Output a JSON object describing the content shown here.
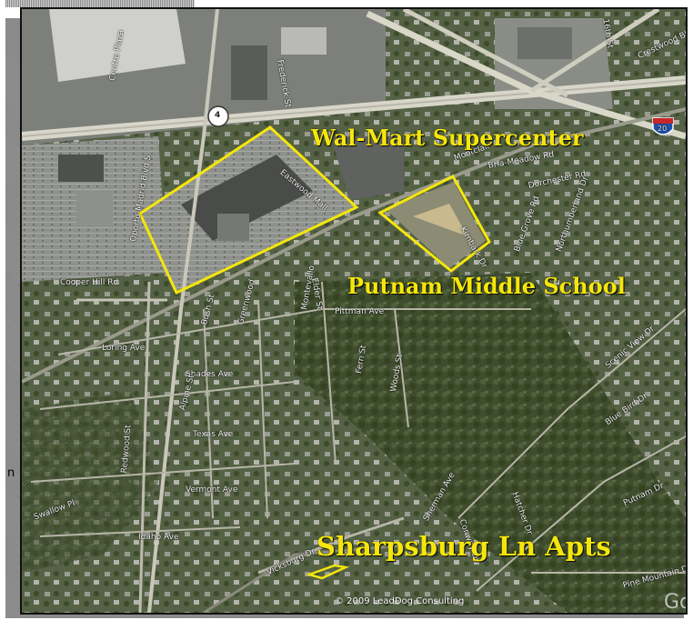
{
  "annotations": {
    "walmart": "Wal-Mart Supercenter",
    "putnam": "Putnam Middle School",
    "sharpsburg": "Sharpsburg Ln Apts"
  },
  "copyright": "© 2009 LeadDog Consulting",
  "watermark": "Go",
  "side_char": "n",
  "highway_shields": {
    "state_route": "4",
    "interstate": "20"
  },
  "streets": {
    "centre_plaza": "Centre Plaza",
    "frederick": "Frederick St",
    "eastwood_mall": "Eastwood Mall",
    "montclair": "Montclair",
    "bria_meadow": "Bria-Meadow Rd",
    "dorchester": "Dorchester Rd",
    "blue_grove": "Blue Grove Rd",
    "northumberland": "Northumberland Dr",
    "oporto_madrid": "Oporto-Madrid Blvd S",
    "cooper_hill": "Cooper Hill Rd",
    "bush": "Bush St",
    "greenwood": "Greenwood",
    "montevallo": "Montevallo",
    "elder": "Elder St",
    "kimbark": "Kimbark Dr",
    "pittman": "Pittman Ave",
    "loring": "Loring Ave",
    "shades": "Shades Ave",
    "alpine": "Alpine St",
    "fern": "Fern St",
    "woods": "Woods St",
    "texas": "Texas Ave",
    "redwood": "Redwood St",
    "vermont": "Vermont Ave",
    "swallow": "Swallow Pl",
    "idaho": "Idaho Ave",
    "vicksburg": "Vicksburg Dr",
    "sherman": "Sherman Ave",
    "conway": "Conway Dr",
    "blue_bird": "Blue Bird Dr",
    "hatcher": "Hatcher Dr",
    "putnam_ave": "Putnam Dr",
    "pine_mountain": "Pine Mountain Dr",
    "scenic_view": "Scenic View Dr",
    "crestwood": "Crestwood Blvd",
    "sixteenth": "16th St"
  },
  "colors": {
    "highlight": "#f4e60c",
    "label": "#f4e60c"
  }
}
